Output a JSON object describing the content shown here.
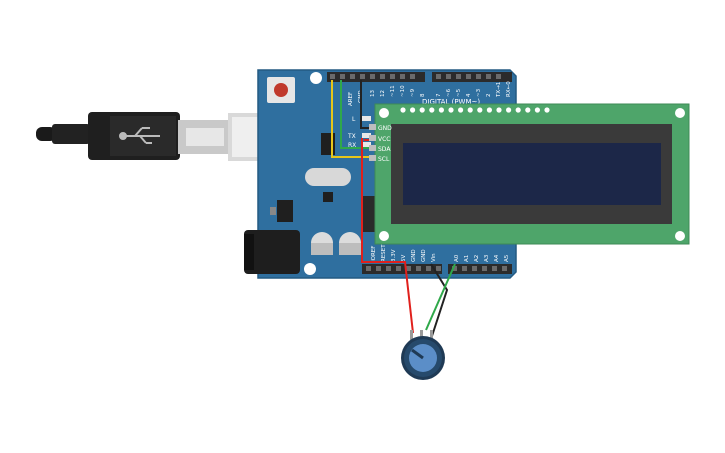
{
  "board": {
    "aref_label": "AREF",
    "gnd_top_label": "GND",
    "digital_label": "DIGITAL (PWM~)",
    "digital_pins": [
      "13",
      "12",
      "~11",
      "~10",
      "~9",
      "8",
      "7",
      "~6",
      "~5",
      "4",
      "~3",
      "2",
      "TX→1",
      "RX←0"
    ],
    "led_l_label": "L",
    "led_tx_label": "TX",
    "led_rx_label": "RX",
    "power_pins": [
      "IOREF",
      "RESET",
      "3.3V",
      "5V",
      "GND",
      "GND",
      "Vin"
    ],
    "analog_pins": [
      "A0",
      "A1",
      "A2",
      "A3",
      "A4",
      "A5"
    ],
    "color_board": "#2f6f9f",
    "color_header": "#2b2b2b"
  },
  "lcd": {
    "pins": [
      "GND",
      "VCC",
      "SDA",
      "SCL"
    ],
    "color_pcb": "#4ea56a",
    "color_screen": "#1c2748"
  },
  "wires": {
    "red": "#e0201c",
    "black": "#222222",
    "green": "#2fa84a",
    "yellow": "#e8c61a"
  },
  "icons": {
    "usb": "usb-icon"
  }
}
